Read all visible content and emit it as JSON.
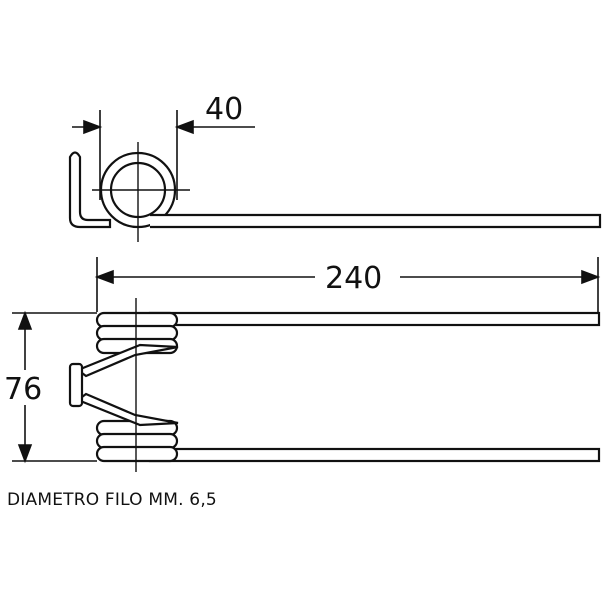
{
  "drawing": {
    "dimension_coil_diameter": "40",
    "dimension_length": "240",
    "dimension_height": "76"
  },
  "caption": "DIAMETRO FILO MM. 6,5"
}
